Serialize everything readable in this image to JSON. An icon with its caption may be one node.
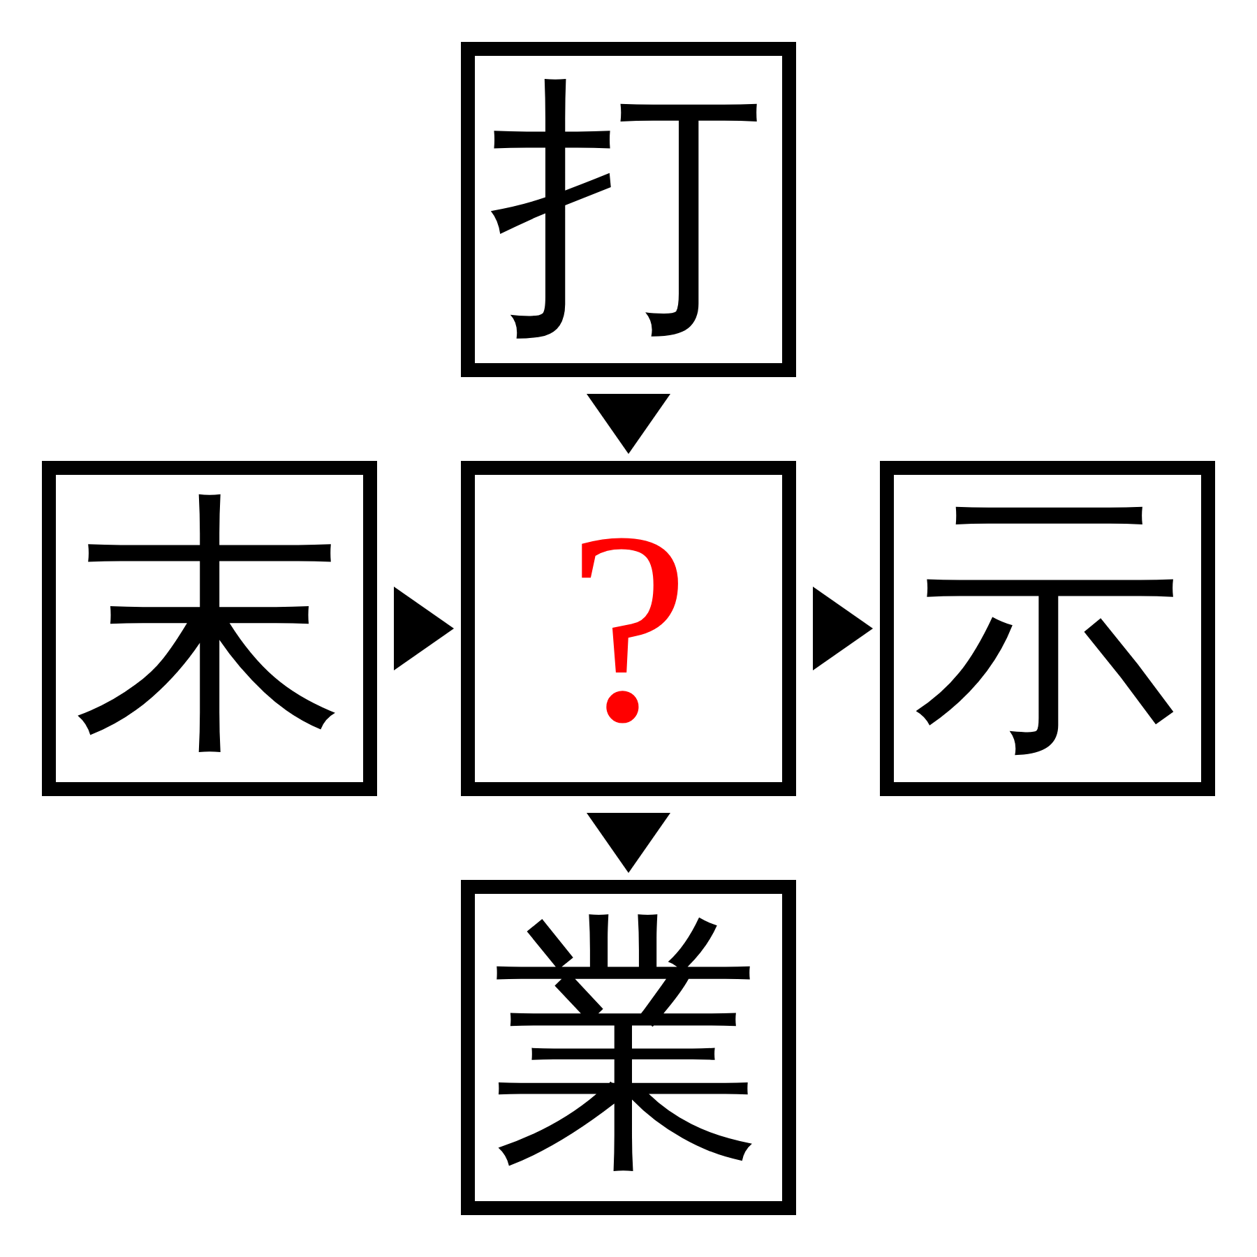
{
  "diagram": {
    "nodes": [
      {
        "text": [
          "打"
        ]
      },
      {
        "text": [
          "末"
        ]
      },
      {
        "text": [
          "?"
        ]
      },
      {
        "text": [
          "示"
        ]
      },
      {
        "text": [
          "業"
        ]
      }
    ],
    "edges": [
      {
        "from": 0,
        "to": 2,
        "arrow": "to"
      },
      {
        "from": 1,
        "to": 2,
        "arrow": "to"
      },
      {
        "from": 2,
        "to": 3,
        "arrow": "to"
      },
      {
        "from": 2,
        "to": 4,
        "arrow": "to"
      }
    ]
  }
}
